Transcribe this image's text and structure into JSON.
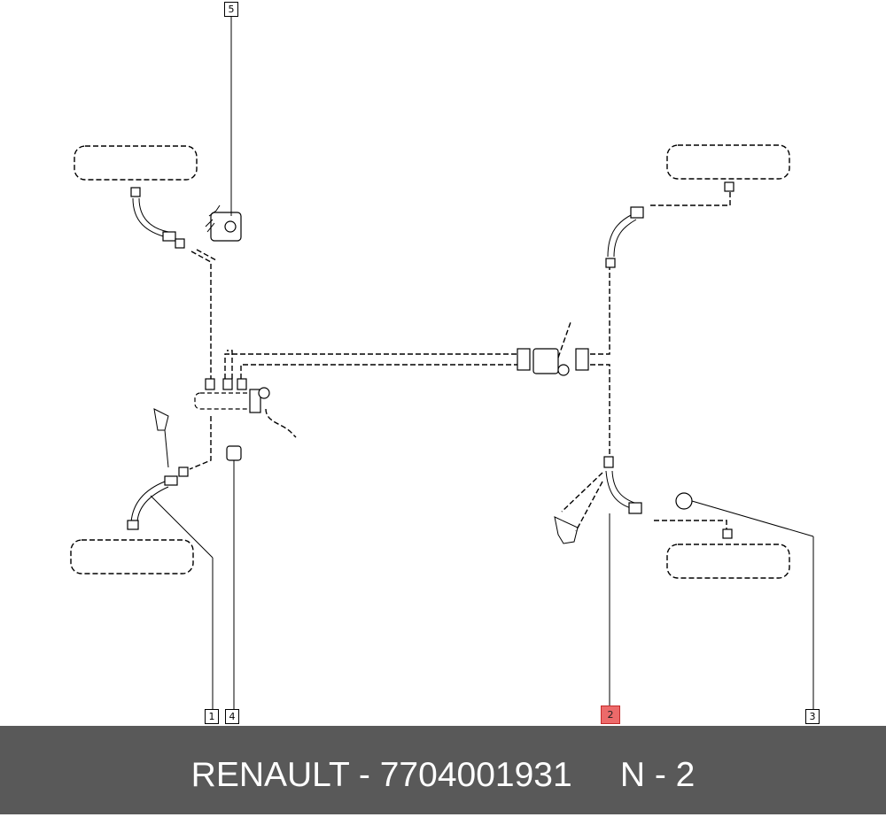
{
  "callouts": {
    "c1": "1",
    "c2": "2",
    "c3": "3",
    "c4": "4",
    "c5": "5"
  },
  "highlight_color": "#ec6a6a",
  "footer": {
    "title": "RENAULT - 7704001931     N - 2"
  }
}
